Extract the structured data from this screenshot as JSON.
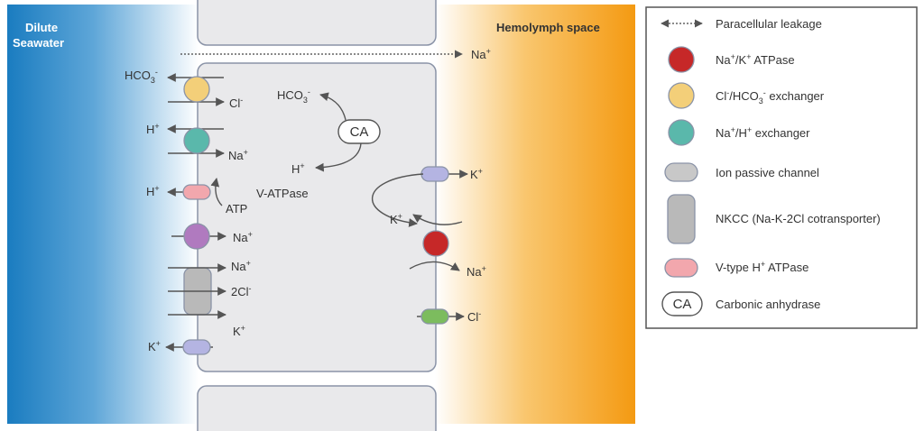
{
  "regions": {
    "left": "Dilute\nSeawater",
    "right": "Hemolymph space"
  },
  "left_membrane": {
    "hco3_out": "HCO3-",
    "cl_in": "Cl-",
    "h_out_1": "H+",
    "na_in_1": "Na+",
    "h_out_2": "H+",
    "atp": "ATP",
    "na_in_2": "Na+",
    "na_in_3": "Na+",
    "cl_in_2": "2Cl-",
    "k_in_1": "K+",
    "k_out": "K+"
  },
  "cell": {
    "hco3": "HCO3-",
    "ca": "CA",
    "h": "H+",
    "vatpase": "V-ATPase"
  },
  "right_membrane": {
    "na_leak": "Na+",
    "k_out_channel": "K+",
    "k_in_pump": "K+",
    "na_out_pump": "Na+",
    "cl_out": "Cl-"
  },
  "legend": {
    "items": [
      {
        "key": "paracellular",
        "label": "Paracellular leakage"
      },
      {
        "key": "nak",
        "label": "Na+/K+ ATPase",
        "color": "#c62828"
      },
      {
        "key": "clhco3",
        "label": "Cl-/HCO3- exchanger",
        "color": "#f3cf79"
      },
      {
        "key": "nah",
        "label": "Na+/H+ exchanger",
        "color": "#5ab8ab"
      },
      {
        "key": "channel",
        "label": "Ion passive channel",
        "color": "#c8c8c8"
      },
      {
        "key": "nkcc",
        "label": "NKCC (Na-K-2Cl cotransporter)",
        "color": "#b9b9b9"
      },
      {
        "key": "vtype",
        "label": "V-type H+ ATPase",
        "color": "#f2a7ad"
      },
      {
        "key": "ca",
        "label": "Carbonic anhydrase",
        "ca_text": "CA"
      }
    ]
  },
  "colors": {
    "seawater_blue": "#1a7cc0",
    "hemolymph_orange": "#f49a12",
    "cell_fill": "#e9e9eb",
    "membrane": "#8a93a7",
    "purple": "#b07abf",
    "green": "#7cbc5e",
    "lavender": "#b4b4e2"
  }
}
